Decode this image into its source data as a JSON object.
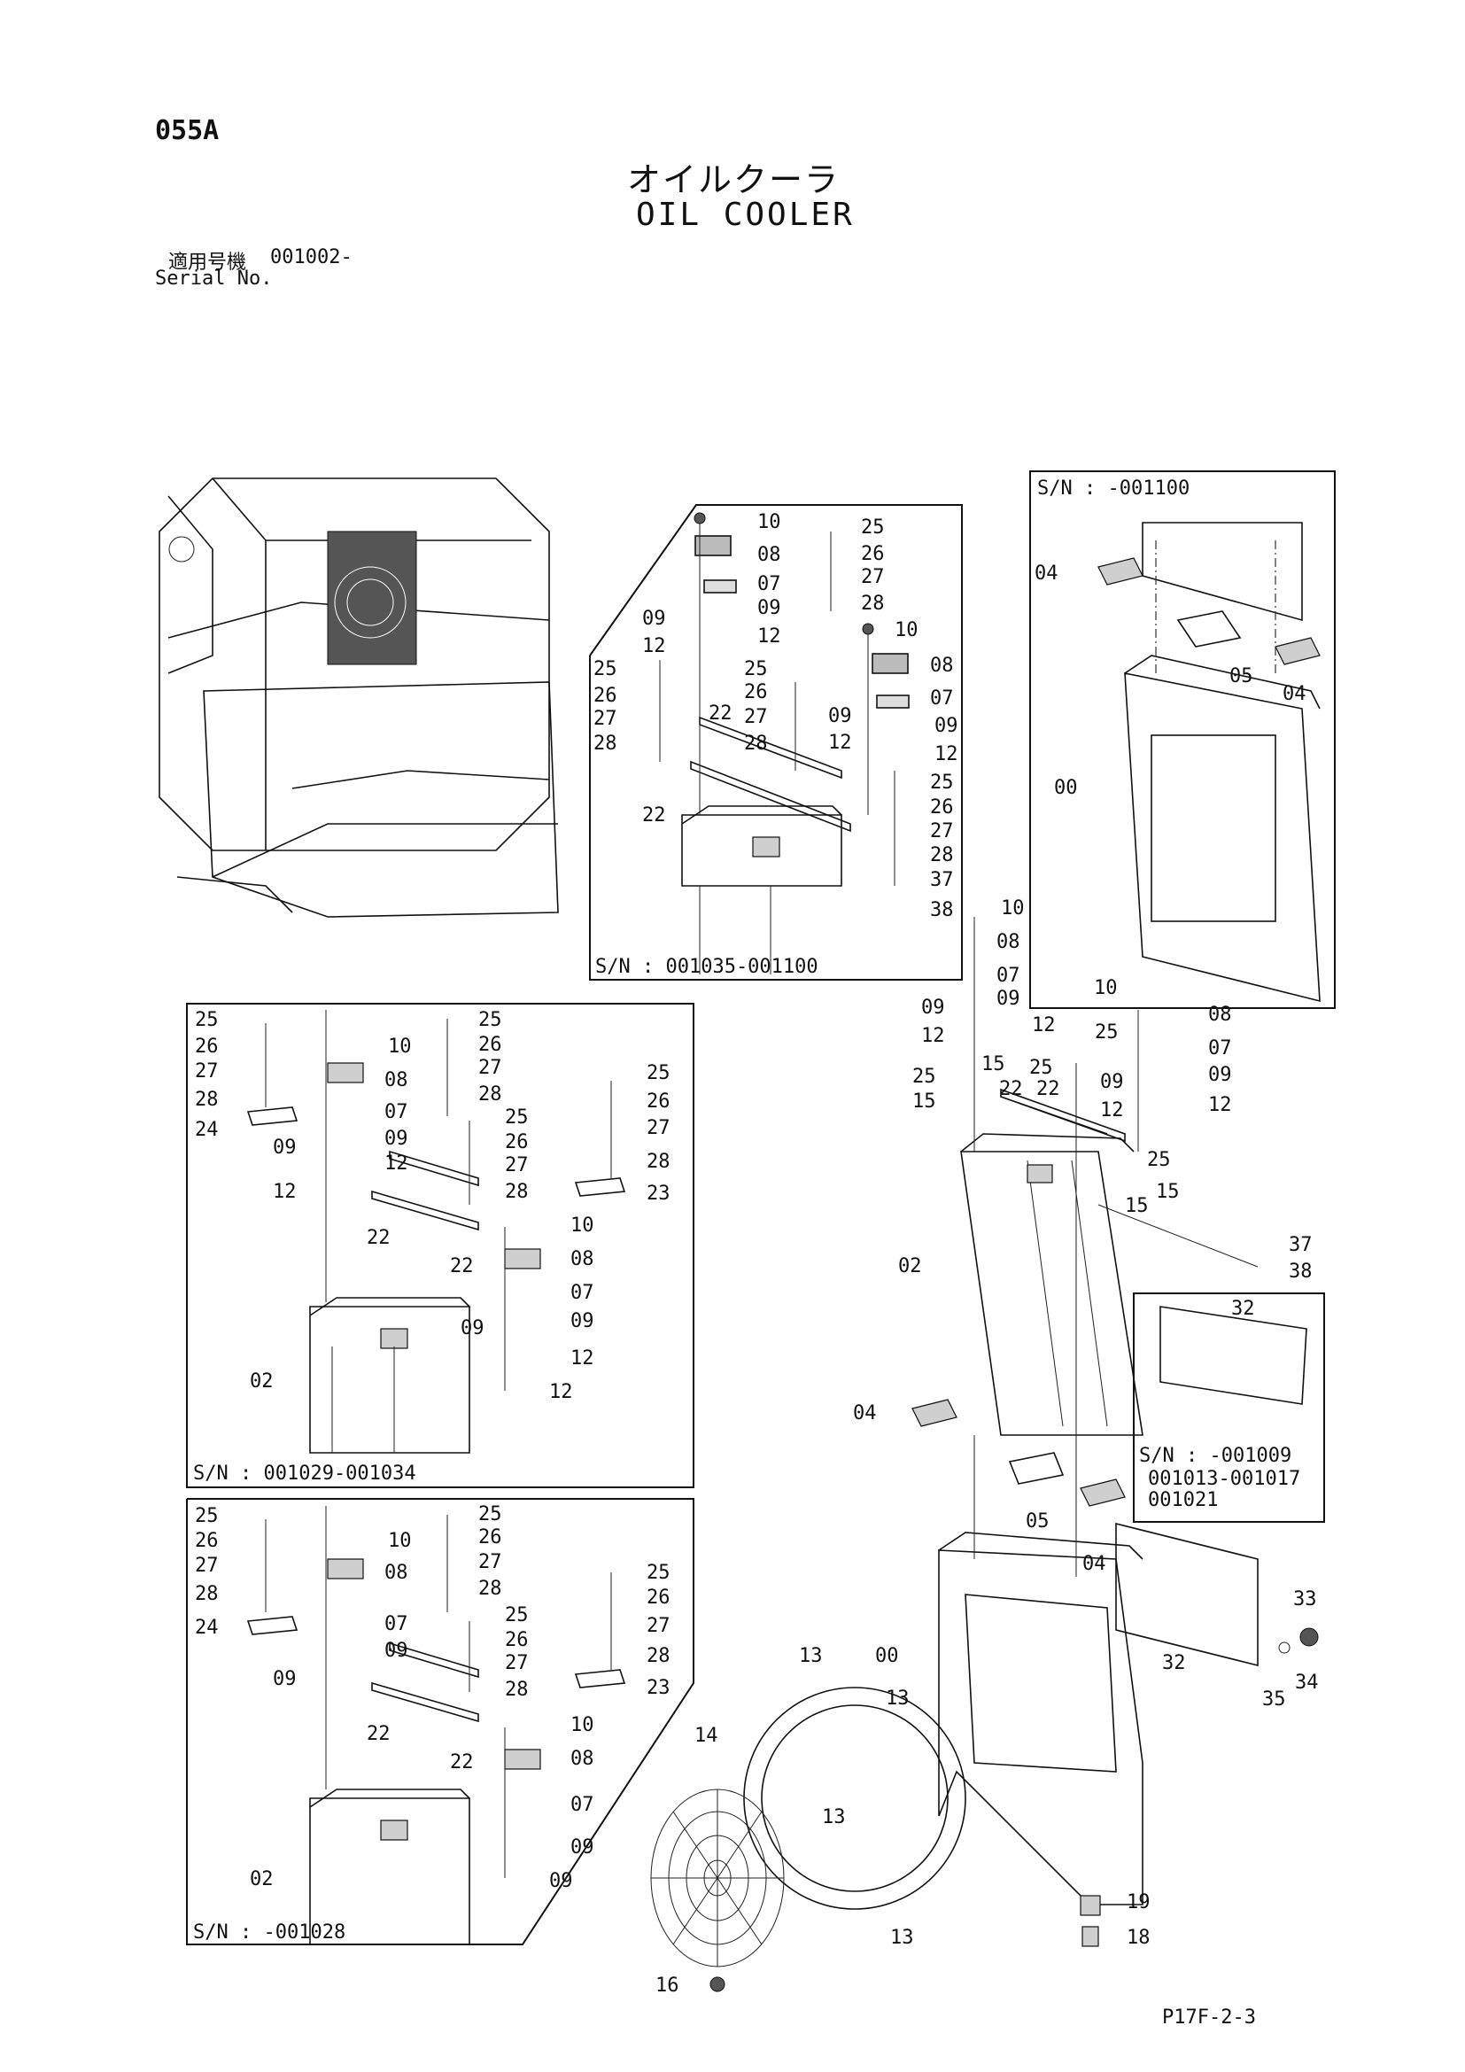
{
  "header": {
    "page_code": "055A",
    "title_jp": "オイルクーラ",
    "title_en": "OIL COOLER",
    "serial_label_jp": "適用号機",
    "serial_value": "001002-",
    "serial_label_en": "Serial No."
  },
  "footer": {
    "code": "P17F-2-3"
  },
  "boxes": {
    "top_right": "S/N : -001100",
    "top_middle": "S/N : 001035-001100",
    "middle_left": "S/N : 001029-001034",
    "bottom_left": "S/N : -001028",
    "side_panel_line1": "S/N : -001009",
    "side_panel_line2": "001013-001017",
    "side_panel_line3": "001021"
  },
  "callouts": {
    "c00": "00",
    "c02": "02",
    "c04": "04",
    "c05": "05",
    "c07": "07",
    "c08": "08",
    "c09": "09",
    "c10": "10",
    "c12": "12",
    "c13": "13",
    "c14": "14",
    "c15": "15",
    "c16": "16",
    "c18": "18",
    "c19": "19",
    "c22": "22",
    "c23": "23",
    "c24": "24",
    "c25": "25",
    "c26": "26",
    "c27": "27",
    "c28": "28",
    "c32": "32",
    "c33": "33",
    "c34": "34",
    "c35": "35",
    "c37": "37",
    "c38": "38"
  }
}
